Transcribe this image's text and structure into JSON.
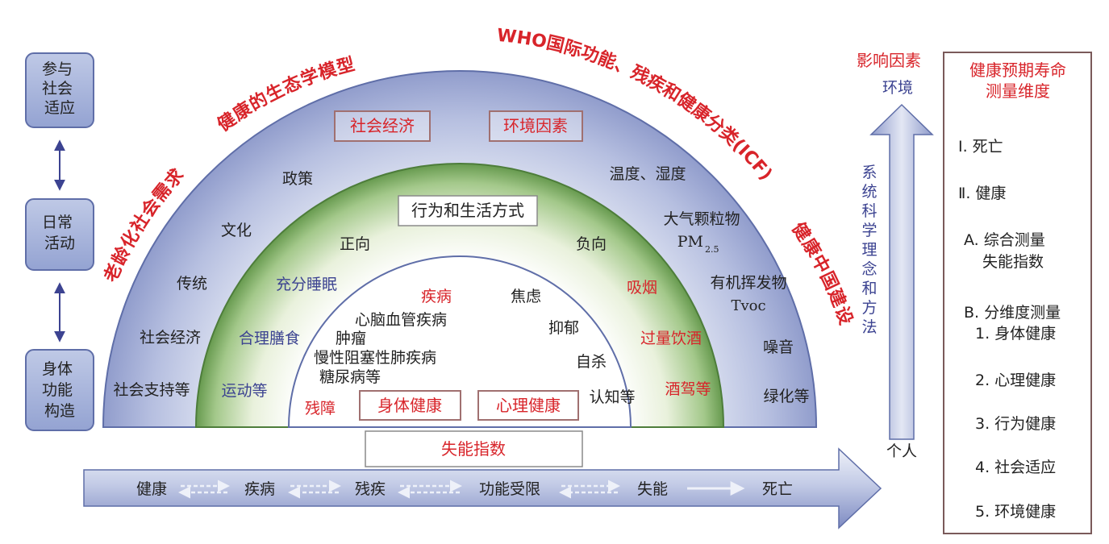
{
  "left_column": {
    "top": "参与社会适应",
    "middle": "日常活动",
    "bottom": "身体功能构造"
  },
  "curved_labels": {
    "left_outer": "老龄化社会需求",
    "top_left": "健康的生态学模型",
    "top_right": "WHO国际功能、残疾和健康分类(ICF)",
    "right_outer": "健康中国建设"
  },
  "outer_band": {
    "header_left": "社会经济",
    "header_right": "环境因素",
    "left_items": [
      "政策",
      "文化",
      "传统",
      "社会经济",
      "社会支持等"
    ],
    "right_items": [
      "温度、湿度",
      "大气颗粒物",
      "有机挥发物",
      "噪音",
      "绿化等"
    ],
    "pm_main": "PM",
    "pm_sub": "2.5",
    "tvoc": "Tvoc"
  },
  "middle_band": {
    "header": "行为和生活方式",
    "positive_label": "正向",
    "negative_label": "负向",
    "positive_items": [
      "充分睡眠",
      "合理膳食",
      "运动等"
    ],
    "negative_items": [
      "吸烟",
      "过量饮酒",
      "酒驾等"
    ]
  },
  "inner_area": {
    "disease_title": "疾病",
    "disease_items": [
      "心脑血管疾病",
      "肿瘤",
      "慢性阻塞性肺疾病",
      "糖尿病等"
    ],
    "mental_items": [
      "焦虑",
      "抑郁",
      "自杀",
      "认知等"
    ],
    "disability": "残障",
    "physical_health": "身体健康",
    "mental_health": "心理健康"
  },
  "bottom_box": "失能指数",
  "bottom_arrow": {
    "stages": [
      "健康",
      "疾病",
      "残疾",
      "功能受限",
      "失能",
      "死亡"
    ]
  },
  "vertical_arrow": {
    "top_heading": "影响因素",
    "top": "环境",
    "middle": "系统科学理念和方法",
    "bottom": "个人"
  },
  "right_panel": {
    "title_line1": "健康预期寿命",
    "title_line2": "测量维度",
    "items": [
      "Ⅰ. 死亡",
      "Ⅱ. 健康",
      "A. 综合测量",
      "失能指数",
      "B. 分维度测量",
      "1. 身体健康",
      "2. 心理健康",
      "3. 行为健康",
      "4. 社会适应",
      "5. 环境健康"
    ]
  },
  "colors": {
    "red_text": "#d8242a",
    "blue_text": "#3c4391",
    "outer_band": "#a4aed4",
    "green_band": "#7fae63",
    "box_fill": "#a4b2d8"
  }
}
